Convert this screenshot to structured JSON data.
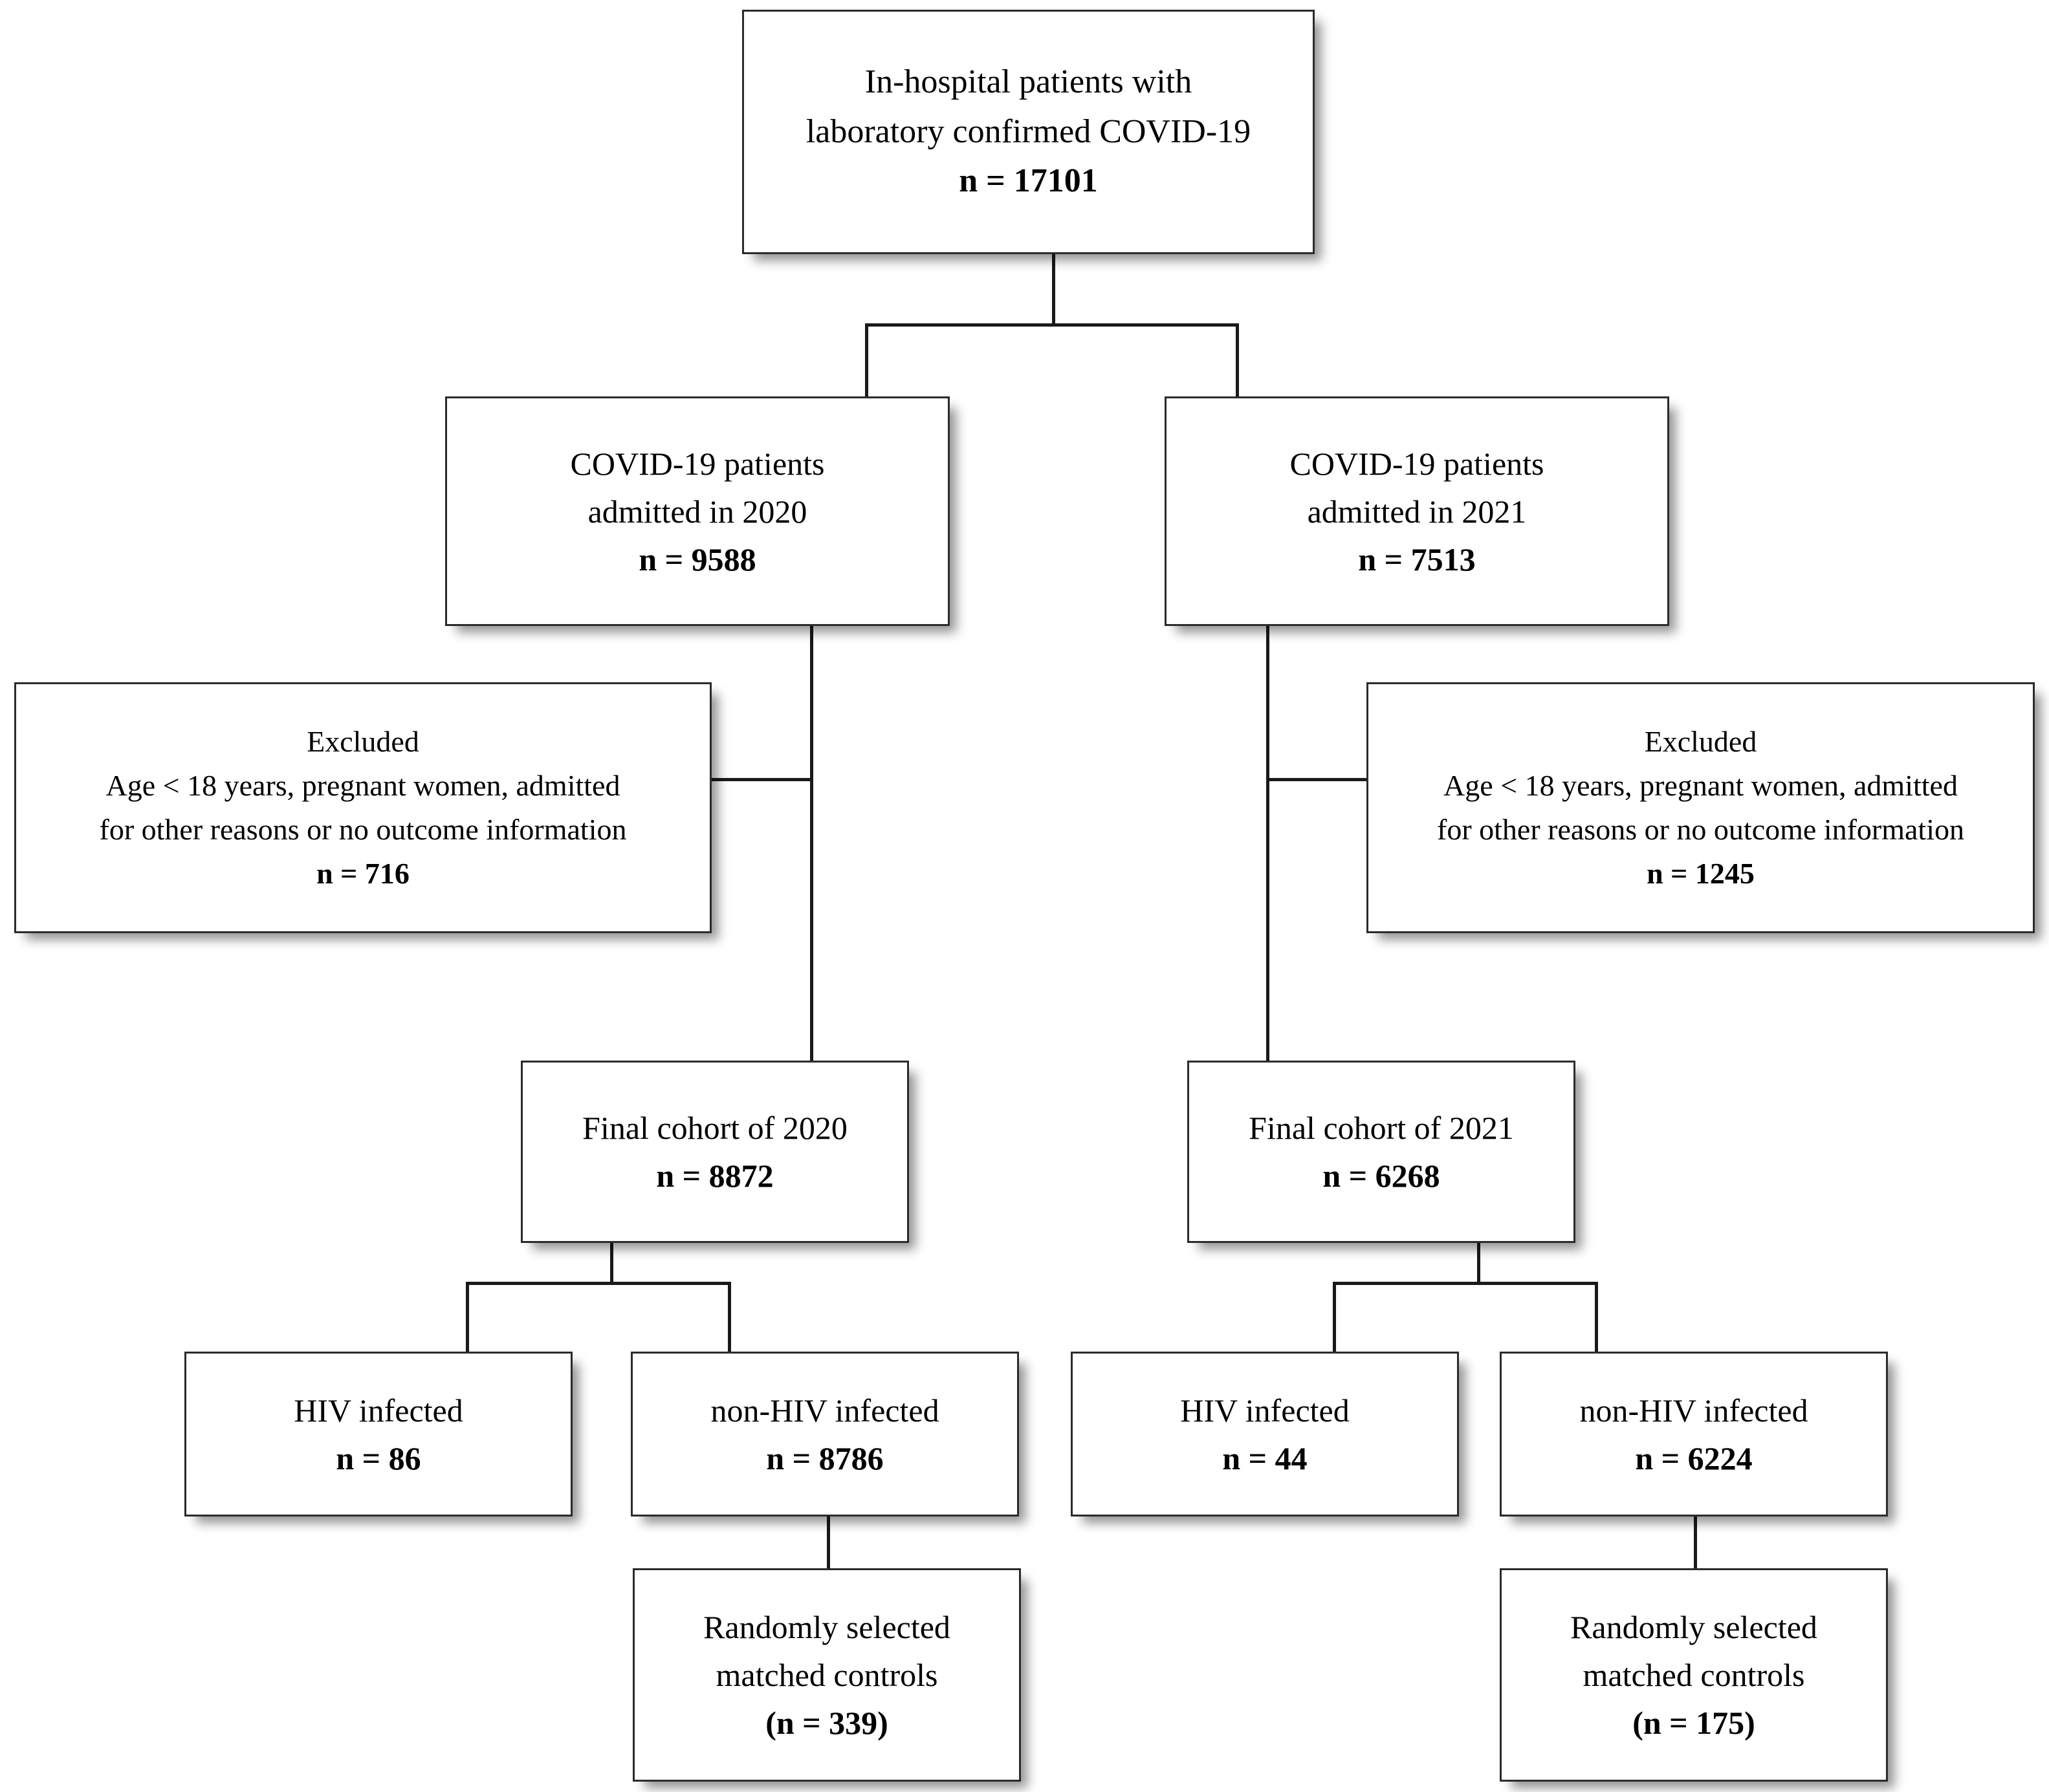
{
  "diagram": {
    "title": "COVID-19 HIV cohort patient selection flowchart",
    "type": "flowchart",
    "accent_color": "#1a1a1a",
    "box_border_color": "#2b2b2b",
    "background_color": "#ffffff"
  },
  "nodes": {
    "root": {
      "line1": "In-hospital patients with",
      "line2": "laboratory confirmed COVID-19",
      "count": "n = 17101"
    },
    "cohort_2020": {
      "line1": "COVID-19 patients",
      "line2": "admitted in 2020",
      "count": "n = 9588"
    },
    "cohort_2021": {
      "line1": "COVID-19 patients",
      "line2": "admitted in 2021",
      "count": "n = 7513"
    },
    "excluded_2020": {
      "line1": "Excluded",
      "line2": "Age < 18 years, pregnant women, admitted",
      "line3": "for other reasons or no outcome information",
      "count": "n = 716"
    },
    "excluded_2021": {
      "line1": "Excluded",
      "line2": "Age < 18 years, pregnant women, admitted",
      "line3": "for other reasons or no outcome information",
      "count": "n = 1245"
    },
    "final_2020": {
      "line1": "Final cohort of 2020",
      "count": "n = 8872"
    },
    "final_2021": {
      "line1": "Final cohort of 2021",
      "count": "n = 6268"
    },
    "hiv_2020": {
      "line1": "HIV infected",
      "count": "n = 86"
    },
    "nonhiv_2020": {
      "line1": "non-HIV infected",
      "count": "n = 8786"
    },
    "hiv_2021": {
      "line1": "HIV infected",
      "count": "n = 44"
    },
    "nonhiv_2021": {
      "line1": "non-HIV infected",
      "count": "n = 6224"
    },
    "controls_2020": {
      "line1": "Randomly selected",
      "line2": "matched controls",
      "count": "(n = 339)"
    },
    "controls_2021": {
      "line1": "Randomly selected",
      "line2": "matched controls",
      "count": "(n = 175)"
    }
  },
  "chart_data": {
    "type": "flowchart",
    "title": "Study population flow diagram",
    "levels": [
      {
        "level": 0,
        "nodes": [
          {
            "id": "root",
            "label": "In-hospital patients with laboratory confirmed COVID-19",
            "n": 17101
          }
        ]
      },
      {
        "level": 1,
        "nodes": [
          {
            "id": "cohort_2020",
            "label": "COVID-19 patients admitted in 2020",
            "n": 9588
          },
          {
            "id": "cohort_2021",
            "label": "COVID-19 patients admitted in 2021",
            "n": 7513
          }
        ]
      },
      {
        "level": 2,
        "nodes": [
          {
            "id": "excluded_2020",
            "label": "Excluded: Age < 18 years, pregnant women, admitted for other reasons or no outcome information",
            "n": 716
          },
          {
            "id": "excluded_2021",
            "label": "Excluded: Age < 18 years, pregnant women, admitted for other reasons or no outcome information",
            "n": 1245
          }
        ]
      },
      {
        "level": 3,
        "nodes": [
          {
            "id": "final_2020",
            "label": "Final cohort of 2020",
            "n": 8872
          },
          {
            "id": "final_2021",
            "label": "Final cohort of 2021",
            "n": 6268
          }
        ]
      },
      {
        "level": 4,
        "nodes": [
          {
            "id": "hiv_2020",
            "label": "HIV infected",
            "n": 86
          },
          {
            "id": "nonhiv_2020",
            "label": "non-HIV infected",
            "n": 8786
          },
          {
            "id": "hiv_2021",
            "label": "HIV infected",
            "n": 44
          },
          {
            "id": "nonhiv_2021",
            "label": "non-HIV infected",
            "n": 6224
          }
        ]
      },
      {
        "level": 5,
        "nodes": [
          {
            "id": "controls_2020",
            "label": "Randomly selected matched controls",
            "n": 339
          },
          {
            "id": "controls_2021",
            "label": "Randomly selected matched controls",
            "n": 175
          }
        ]
      }
    ],
    "edges": [
      {
        "from": "root",
        "to": "cohort_2020"
      },
      {
        "from": "root",
        "to": "cohort_2021"
      },
      {
        "from": "cohort_2020",
        "to": "excluded_2020"
      },
      {
        "from": "cohort_2020",
        "to": "final_2020"
      },
      {
        "from": "cohort_2021",
        "to": "excluded_2021"
      },
      {
        "from": "cohort_2021",
        "to": "final_2021"
      },
      {
        "from": "final_2020",
        "to": "hiv_2020"
      },
      {
        "from": "final_2020",
        "to": "nonhiv_2020"
      },
      {
        "from": "final_2021",
        "to": "hiv_2021"
      },
      {
        "from": "final_2021",
        "to": "nonhiv_2021"
      },
      {
        "from": "nonhiv_2020",
        "to": "controls_2020"
      },
      {
        "from": "nonhiv_2021",
        "to": "controls_2021"
      }
    ]
  }
}
